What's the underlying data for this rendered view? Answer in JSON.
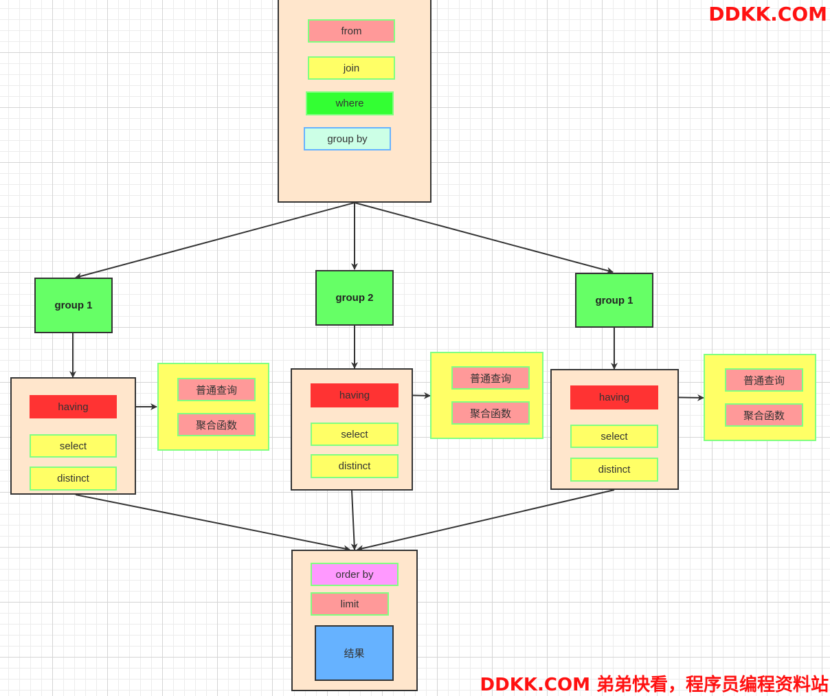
{
  "source": {
    "items": [
      "from",
      "join",
      "where",
      "group by"
    ]
  },
  "groups": [
    {
      "title": "group 1",
      "steps": [
        "having",
        "select",
        "distinct"
      ],
      "having_targets": [
        "普通查询",
        "聚合函数"
      ]
    },
    {
      "title": "group 2",
      "steps": [
        "having",
        "select",
        "distinct"
      ],
      "having_targets": [
        "普通查询",
        "聚合函数"
      ]
    },
    {
      "title": "group 1",
      "steps": [
        "having",
        "select",
        "distinct"
      ],
      "having_targets": [
        "普通查询",
        "聚合函数"
      ]
    }
  ],
  "sink": {
    "items": [
      "order by",
      "limit"
    ],
    "result": "结果"
  },
  "watermark": {
    "top": "DDKK.COM",
    "bottom": "DDKK.COM 弟弟快看，程序员编程资料站"
  },
  "colors": {
    "container_fill": "#ffe6cc",
    "group_fill": "#66ff66",
    "having_fill": "#ff3333",
    "panel_fill": "#ffff66",
    "from_fill": "#ff9999",
    "where_fill": "#33ff33",
    "groupby_fill": "#ccffe6",
    "orderby_fill": "#ff99ff",
    "result_fill": "#66b2ff",
    "watermark": "#ff1111"
  }
}
